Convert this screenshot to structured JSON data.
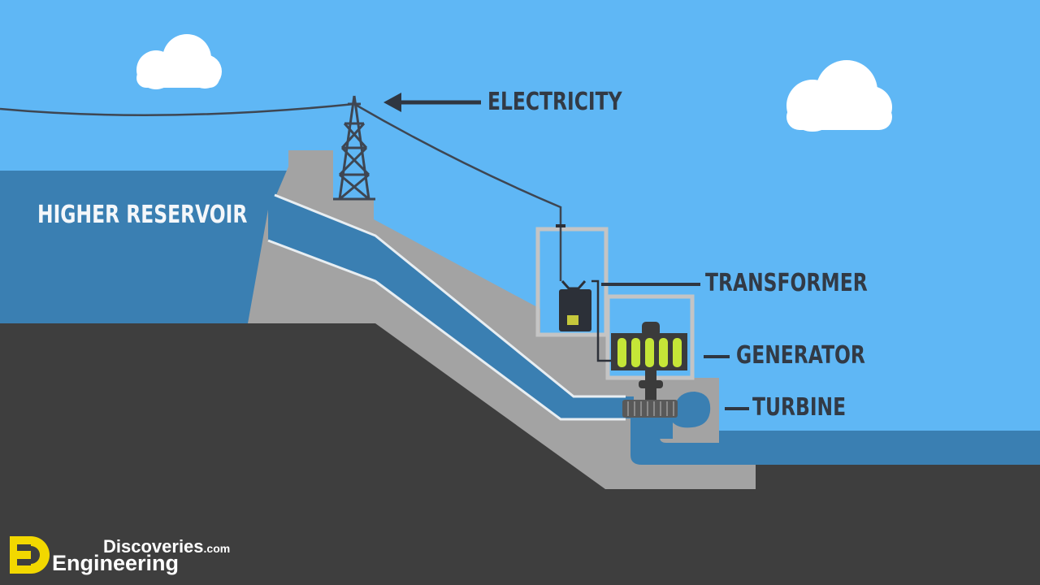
{
  "labels": {
    "electricity": "ELECTRICITY",
    "transformer": "TRANSFORMER",
    "generator": "GENERATOR",
    "turbine": "TURBINE",
    "higher_reservoir": "HIGHER RESERVOIR"
  },
  "watermark": {
    "brand_line_1": "Discoveries",
    "brand_suffix": ".com",
    "brand_line_2": "Engineering",
    "logo_icon": "ed-logo-icon"
  },
  "colors": {
    "sky": "#5fb7f5",
    "water": "#3a7fb2",
    "dam": "#a3a3a3",
    "ground": "#3e3e3e",
    "generator_coils": "#c5e637",
    "label_text": "#323a45",
    "logo": "#f2d800"
  }
}
